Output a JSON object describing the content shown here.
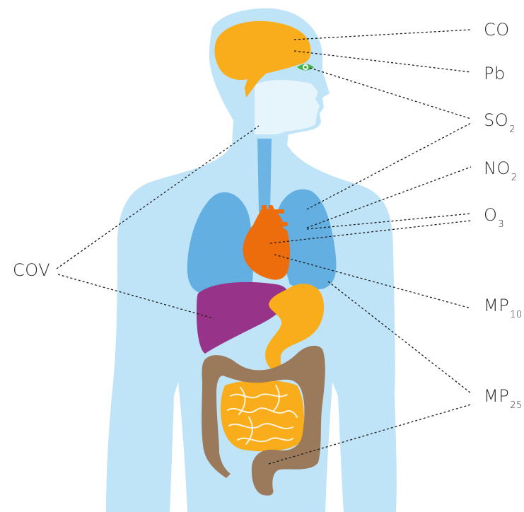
{
  "labels": {
    "co": "CO",
    "pb": "Pb",
    "so2": {
      "main": "SO",
      "sub": "2"
    },
    "no2": {
      "main": "NO",
      "sub": "2"
    },
    "o3": {
      "main": "O",
      "sub": "3"
    },
    "mp10": {
      "main": "MP",
      "sub": "10"
    },
    "mp25": {
      "main": "MP",
      "sub": "25"
    },
    "cov": "COV"
  },
  "colors": {
    "body": "#bfe3f7",
    "airway": "#e6f4fc",
    "trachea": "#6cb4e4",
    "lungs": "#63afe2",
    "brain": "#f9ad1b",
    "heart": "#ed6c0b",
    "liver": "#973489",
    "stomach": "#f9ad1b",
    "intestine": "#9b7a5b",
    "small_intestine": "#f9ad1b",
    "eye": "#43b649",
    "leader": "#1a1a1a"
  }
}
